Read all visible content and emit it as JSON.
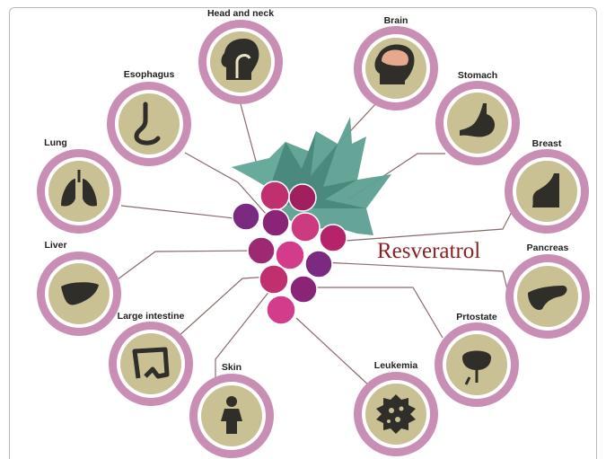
{
  "title": "Resveratrol",
  "colors": {
    "outer_ring": "#c98eb3",
    "inner_disc": "#c9c094",
    "icon": "#2f2e28",
    "leaf": "#5da091",
    "title": "#8a1f1f",
    "connector": "#8a6a6a",
    "grapes": [
      "#b5236a",
      "#7a2a80",
      "#c0306f",
      "#8a2477",
      "#cc3a80",
      "#9c2a72",
      "#d23c8a"
    ]
  },
  "organs": [
    {
      "id": "head-and-neck",
      "label": "Head and neck",
      "icon": "head-neck-icon"
    },
    {
      "id": "brain",
      "label": "Brain",
      "icon": "brain-icon"
    },
    {
      "id": "esophagus",
      "label": "Esophagus",
      "icon": "esophagus-icon"
    },
    {
      "id": "stomach",
      "label": "Stomach",
      "icon": "stomach-icon"
    },
    {
      "id": "lung",
      "label": "Lung",
      "icon": "lung-icon"
    },
    {
      "id": "breast",
      "label": "Breast",
      "icon": "breast-icon"
    },
    {
      "id": "liver",
      "label": "Liver",
      "icon": "liver-icon"
    },
    {
      "id": "pancreas",
      "label": "Pancreas",
      "icon": "pancreas-icon"
    },
    {
      "id": "large-intestine",
      "label": "Large intestine",
      "icon": "large-intestine-icon"
    },
    {
      "id": "prostate",
      "label": "Prtostate",
      "icon": "prostate-icon"
    },
    {
      "id": "skin",
      "label": "Skin",
      "icon": "skin-icon"
    },
    {
      "id": "leukemia",
      "label": "Leukemia",
      "icon": "leukemia-icon"
    }
  ]
}
